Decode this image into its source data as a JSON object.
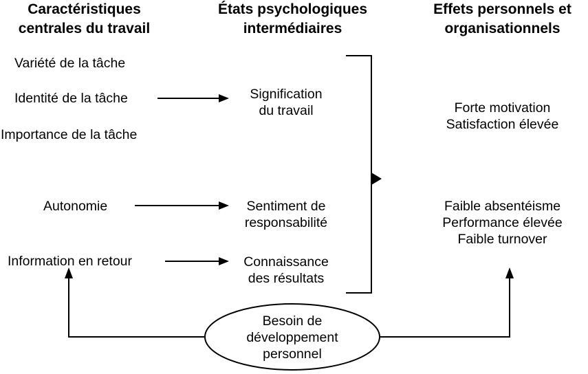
{
  "headers": {
    "characteristics": [
      "Caractéristiques",
      "centrales du travail"
    ],
    "states": [
      "États psychologiques",
      "intermédiaires"
    ],
    "effects": [
      "Effets personnels et",
      "organisationnels"
    ]
  },
  "characteristics": [
    "Variété de la tâche",
    "Identité de la tâche",
    "Importance de la tâche",
    "Autonomie",
    "Information en retour"
  ],
  "states": [
    [
      "Signification",
      "du travail"
    ],
    [
      "Sentiment de",
      "responsabilité"
    ],
    [
      "Connaissance",
      "des résultats"
    ]
  ],
  "effects": {
    "group1": [
      "Forte motivation",
      "Satisfaction élevée"
    ],
    "group2": [
      "Faible absentéisme",
      "Performance élevée",
      "Faible turnover"
    ]
  },
  "moderator": [
    "Besoin de",
    "développement",
    "personnel"
  ]
}
